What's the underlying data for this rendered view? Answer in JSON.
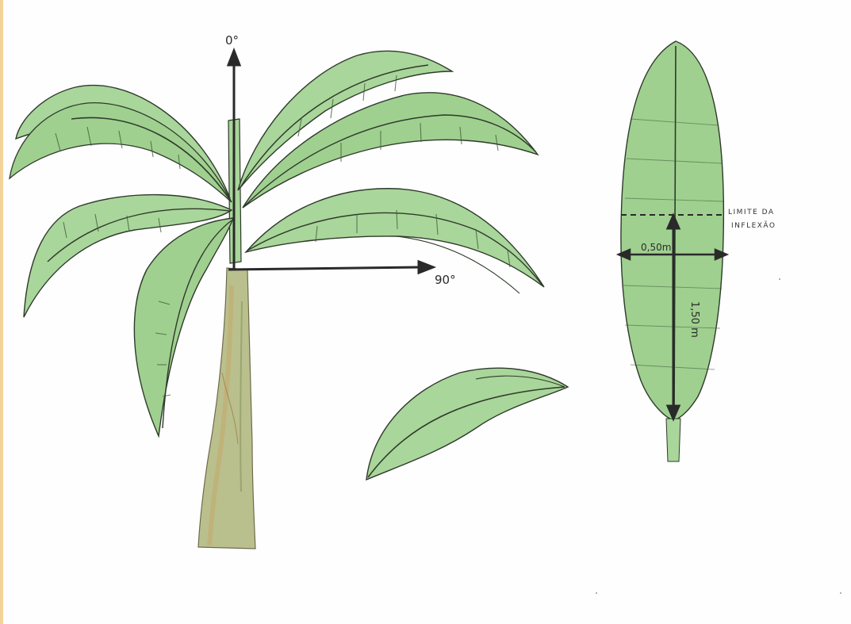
{
  "labels": {
    "angle_vertical": "0°",
    "angle_horizontal": "90°",
    "width_measure": "0,50m",
    "length_measure": "1,50 m",
    "inflection_line1": "LIMITE DA",
    "inflection_line2": "INFLEXÃO"
  },
  "colors": {
    "leaf_fill": "#a9d69a",
    "leaf_fill_dark": "#8fc985",
    "leaf_outline": "#2f3a2c",
    "trunk_fill": "#b9c08e",
    "trunk_shade": "#c7a86a",
    "arrow": "#2a2a2a",
    "paper_edge": "#f2c27a"
  }
}
